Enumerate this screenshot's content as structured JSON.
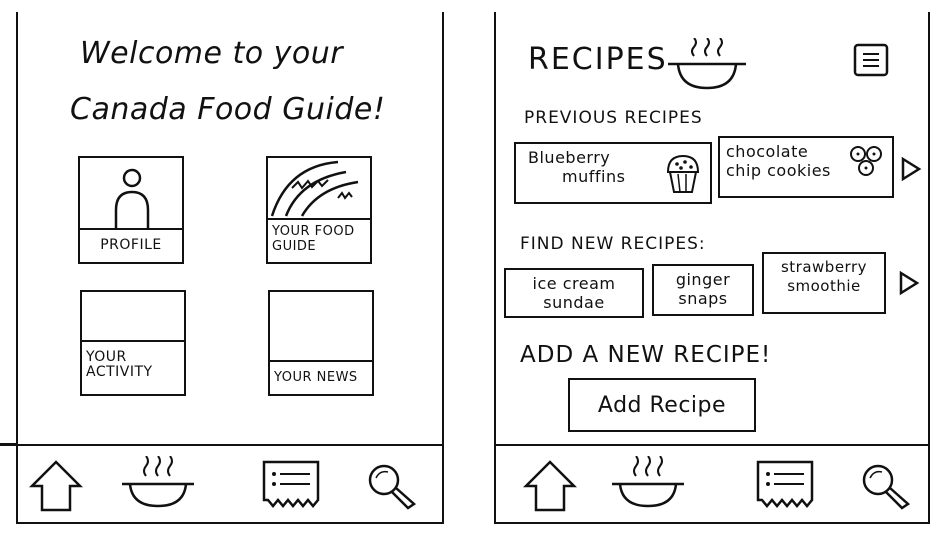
{
  "home": {
    "title_line1": "Welcome to your",
    "title_line2": "Canada Food Guide!",
    "tiles": [
      {
        "label": "PROFILE"
      },
      {
        "label": "YOUR FOOD GUIDE"
      },
      {
        "label": "YOUR ACTIVITY"
      },
      {
        "label": "YOUR NEWS"
      }
    ]
  },
  "recipes": {
    "title": "RECIPES",
    "previous_label": "PREVIOUS RECIPES",
    "previous": [
      {
        "line1": "Blueberry",
        "line2": "muffins"
      },
      {
        "line1": "chocolate",
        "line2": "chip cookies"
      }
    ],
    "find_label": "FIND NEW RECIPES:",
    "find": [
      {
        "line1": "ice cream",
        "line2": "sundae"
      },
      {
        "line1": "ginger",
        "line2": "snaps"
      },
      {
        "line1": "strawberry",
        "line2": "smoothie"
      }
    ],
    "add_label": "ADD A NEW RECIPE!",
    "add_button": "Add Recipe"
  },
  "icons": {
    "nav": [
      "home-icon",
      "pot-icon",
      "receipt-icon",
      "search-icon"
    ],
    "menu": "menu-icon",
    "title_pot": "pot-icon"
  }
}
